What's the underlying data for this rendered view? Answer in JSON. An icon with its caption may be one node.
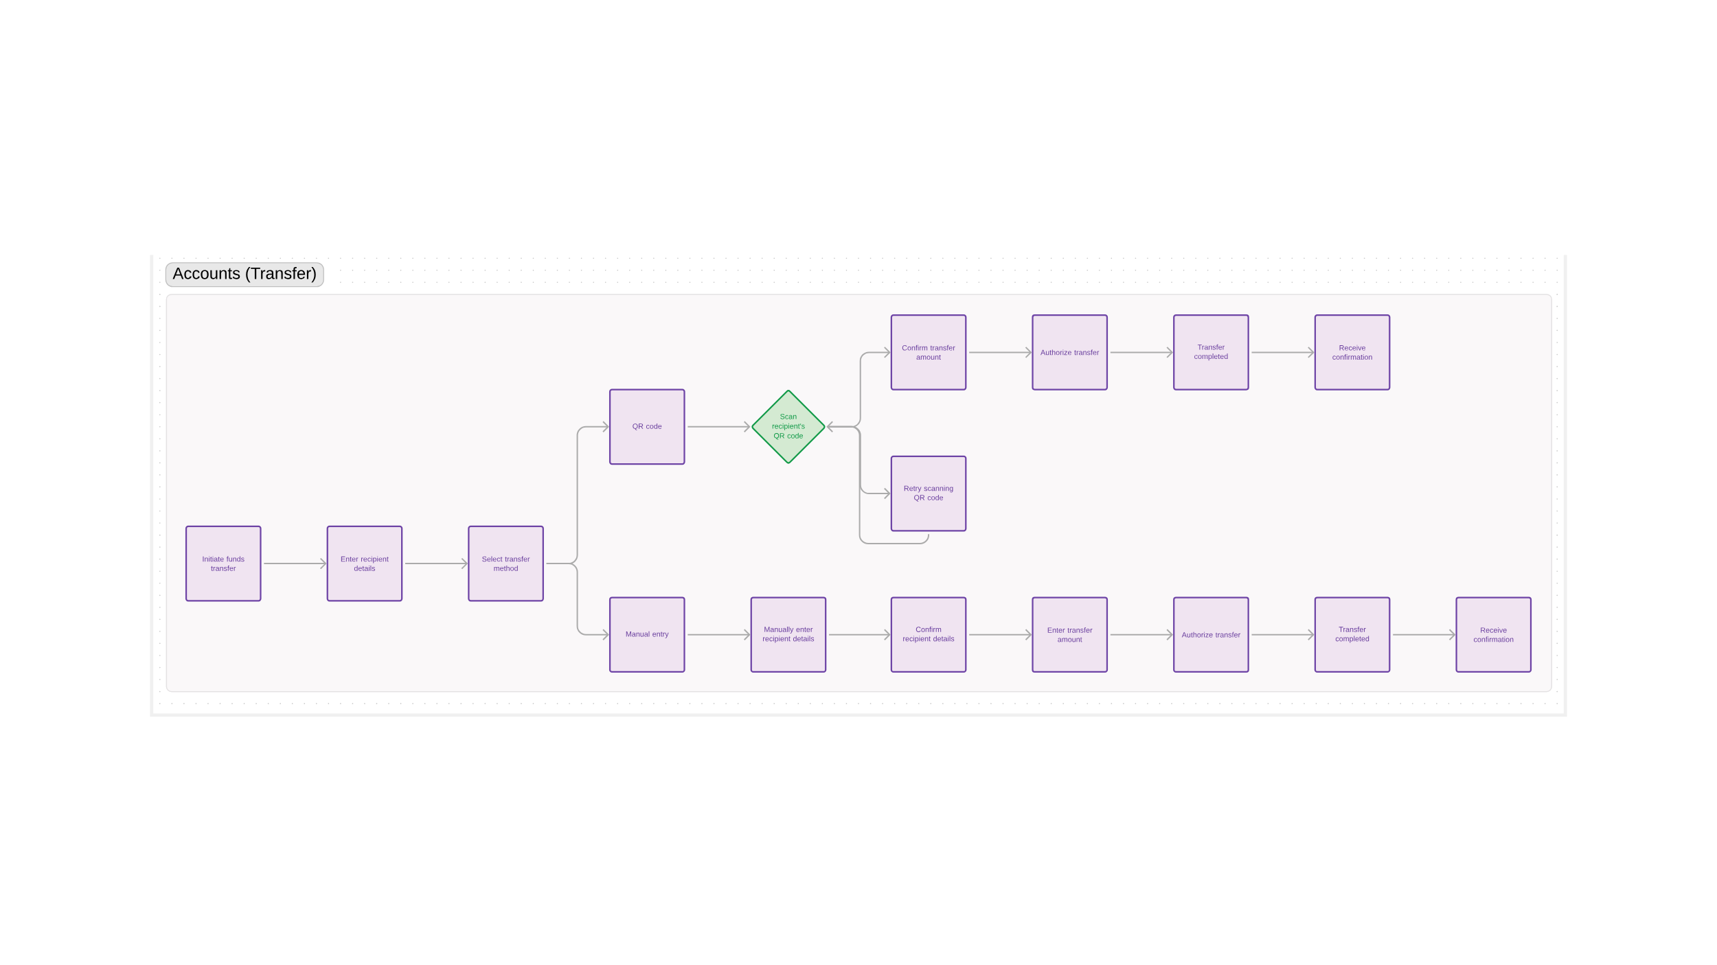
{
  "diagram": {
    "nodes": [
      {
        "text": [
          "Accounts (Transfer)"
        ]
      },
      {
        "text": [
          "Initiate funds transfer"
        ],
        "in": 0
      },
      {
        "text": [
          "Enter recipient details"
        ],
        "in": 0
      },
      {
        "text": [
          "Select transfer method"
        ],
        "in": 0
      },
      {
        "text": [
          "QR code"
        ],
        "in": 0
      },
      {
        "text": [
          "Scan recipient's QR code"
        ],
        "in": 0
      },
      {
        "text": [
          "Confirm transfer amount"
        ],
        "in": 0
      },
      {
        "text": [
          "Authorize transfer"
        ],
        "in": 0
      },
      {
        "text": [
          "Transfer completed"
        ],
        "in": 0
      },
      {
        "text": [
          "Receive confirmation"
        ],
        "in": 0
      },
      {
        "text": [
          "Retry scanning QR code"
        ],
        "in": 0
      },
      {
        "text": [
          "Manual entry"
        ],
        "in": 0
      },
      {
        "text": [
          "Manually enter recipient details"
        ],
        "in": 0
      },
      {
        "text": [
          "Confirm recipient details"
        ],
        "in": 0
      },
      {
        "text": [
          "Enter transfer amount"
        ],
        "in": 0
      },
      {
        "text": [
          "Authorize transfer"
        ],
        "in": 0
      },
      {
        "text": [
          "Transfer completed"
        ],
        "in": 0
      },
      {
        "text": [
          "Receive confirmation"
        ],
        "in": 0
      }
    ],
    "edges": [
      {
        "from": 1,
        "to": 2,
        "arrow": "to"
      },
      {
        "from": 2,
        "to": 3,
        "arrow": "to"
      },
      {
        "from": 3,
        "to": 4,
        "arrow": "to"
      },
      {
        "from": 3,
        "to": 11,
        "arrow": "to"
      },
      {
        "from": 4,
        "to": 5,
        "arrow": "to"
      },
      {
        "from": 5,
        "to": 6,
        "arrow": "to"
      },
      {
        "from": 5,
        "to": 10,
        "arrow": "to"
      },
      {
        "from": 10,
        "to": 5,
        "arrow": "to"
      },
      {
        "from": 6,
        "to": 7,
        "arrow": "to"
      },
      {
        "from": 7,
        "to": 8,
        "arrow": "to"
      },
      {
        "from": 8,
        "to": 9,
        "arrow": "to"
      },
      {
        "from": 11,
        "to": 12,
        "arrow": "to"
      },
      {
        "from": 12,
        "to": 13,
        "arrow": "to"
      },
      {
        "from": 13,
        "to": 14,
        "arrow": "to"
      },
      {
        "from": 14,
        "to": 15,
        "arrow": "to"
      },
      {
        "from": 15,
        "to": 16,
        "arrow": "to"
      },
      {
        "from": 16,
        "to": 17,
        "arrow": "to"
      }
    ]
  }
}
